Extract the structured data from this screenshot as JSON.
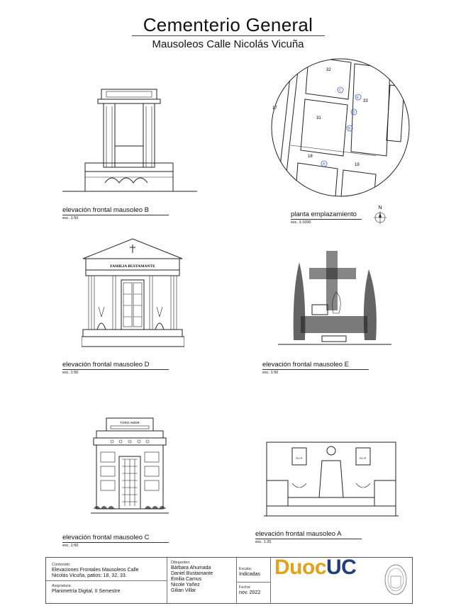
{
  "header": {
    "title": "Cementerio General",
    "subtitle": "Mausoleos Calle Nicolás Vicuña"
  },
  "drawings": {
    "b": {
      "caption": "elevación frontal mausoleo B",
      "scale": "esc. 1:50"
    },
    "site": {
      "caption": "planta emplazamiento",
      "scale": "esc. 1:1000",
      "north": "N",
      "lots": [
        "32",
        "33",
        "17",
        "31",
        "18",
        "19"
      ],
      "markers": [
        "C",
        "E",
        "D",
        "B",
        "A"
      ]
    },
    "d": {
      "caption": "elevación frontal mausoleo D",
      "scale": "esc. 1:50",
      "family": "FAMILIA BUSTAMANTE"
    },
    "e": {
      "caption": "elevación frontal mausoleo E",
      "scale": "esc. 1:50"
    },
    "c": {
      "caption": "elevación frontal mausoleo C",
      "scale": "esc. 1:50",
      "inscription": "TORO AMOR"
    },
    "a": {
      "caption": "elevación frontal mausoleo A",
      "scale": "esc. 1:25",
      "rip": "R.I.P."
    }
  },
  "titleblock": {
    "contenido_label": "Contenido:",
    "contenido_l1": "Elevaciones Frontales Mausoleos Calle",
    "contenido_l2": "Nicolás Vicuña, patios: 18, 32, 33.",
    "asignatura_label": "Asignatura:",
    "asignatura": "Planimetría Digital, II Semestre",
    "dibujantes_label": "Dibujantes:",
    "dibujantes": [
      "Bárbara Ahumada",
      "Daniel Bustamante",
      "Emilia Camus",
      "Nicole Yañez",
      "Gilian Villar"
    ],
    "escala_label": "Escala:",
    "escala": "Indicadas",
    "fecha_label": "Fecha:",
    "fecha": "nov. 2022",
    "logo_a": "Duoc",
    "logo_b": "UC"
  }
}
